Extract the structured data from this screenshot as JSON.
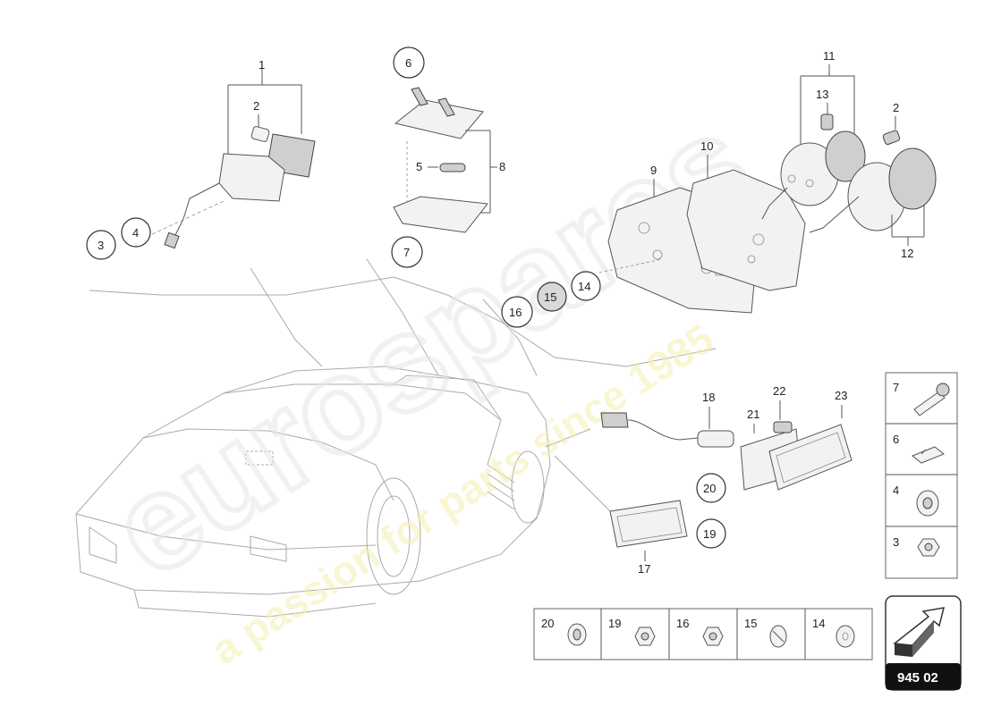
{
  "callouts": {
    "c1": "1",
    "c2a": "2",
    "c3": "3",
    "c4": "4",
    "c5": "5",
    "c6": "6",
    "c7": "7",
    "c8": "8",
    "c9": "9",
    "c10": "10",
    "c11": "11",
    "c12": "12",
    "c13": "13",
    "c2b": "2",
    "c14": "14",
    "c15": "15",
    "c16": "16",
    "c17": "17",
    "c18": "18",
    "c19": "19",
    "c20": "20",
    "c21": "21",
    "c22": "22",
    "c23": "23"
  },
  "side_table": {
    "rows": [
      "7",
      "6",
      "4",
      "3"
    ]
  },
  "bottom_table": {
    "cells": [
      "20",
      "19",
      "16",
      "15",
      "14"
    ]
  },
  "diagram_number": "945 02",
  "watermark": {
    "brand": "eurospares",
    "tagline": "a passion for parts since 1985"
  },
  "colors": {
    "ink": "#333333",
    "watermark": "#f3efb0",
    "diagram_badge": "#111111"
  }
}
